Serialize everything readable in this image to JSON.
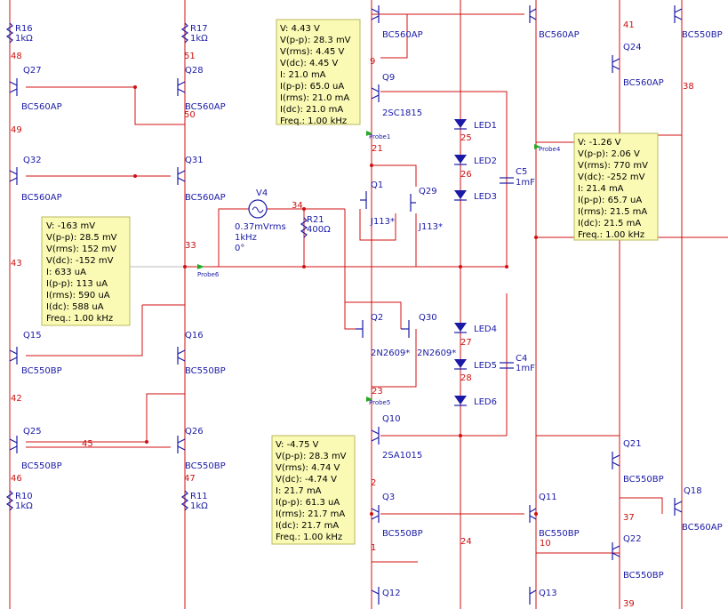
{
  "components": {
    "R16": {
      "name": "R16",
      "value": "1kΩ"
    },
    "R17": {
      "name": "R17",
      "value": "1kΩ"
    },
    "R10": {
      "name": "R10",
      "value": "1kΩ"
    },
    "R11": {
      "name": "R11",
      "value": "1kΩ"
    },
    "R21": {
      "name": "R21",
      "value": "400Ω"
    },
    "V4": {
      "name": "V4",
      "amp": "0.37mVrms",
      "freq": "1kHz",
      "phase": "0°"
    },
    "C5": {
      "name": "C5",
      "value": "1mF"
    },
    "C4": {
      "name": "C4",
      "value": "1mF"
    },
    "transistors": [
      {
        "ref": "Q27",
        "model": "BC560AP"
      },
      {
        "ref": "Q28",
        "model": "BC560AP"
      },
      {
        "ref": "Q32",
        "model": "BC560AP"
      },
      {
        "ref": "Q31",
        "model": "BC560AP"
      },
      {
        "ref": "Q15",
        "model": "BC550BP"
      },
      {
        "ref": "Q16",
        "model": "BC550BP"
      },
      {
        "ref": "Q25",
        "model": "BC550BP"
      },
      {
        "ref": "Q26",
        "model": "BC550BP"
      },
      {
        "ref": "Q9",
        "model": "2SC1815"
      },
      {
        "ref": "Q1",
        "model": "J113*"
      },
      {
        "ref": "Q29",
        "model": "J113*"
      },
      {
        "ref": "Q2",
        "model": "2N2609*"
      },
      {
        "ref": "Q30",
        "model": "2N2609*"
      },
      {
        "ref": "Q10",
        "model": "2SA1015"
      },
      {
        "ref": "Q3",
        "model": "BC550BP"
      },
      {
        "ref": "Q12",
        "model": ""
      },
      {
        "ref": "Q24",
        "model": "BC560AP"
      },
      {
        "ref": "Q21",
        "model": "BC550BP"
      },
      {
        "ref": "Q11",
        "model": "BC550BP"
      },
      {
        "ref": "Q22",
        "model": "BC550BP"
      },
      {
        "ref": "Q18",
        "model": "BC560AP"
      },
      {
        "ref": "Q13",
        "model": ""
      }
    ],
    "top_models": {
      "q_top_left": "BC560AP",
      "q_top_mid": "BC560AP",
      "q_top_right": "BC550BP"
    },
    "leds": [
      "LED1",
      "LED2",
      "LED3",
      "LED4",
      "LED5",
      "LED6"
    ]
  },
  "nodes": {
    "n48": "48",
    "n51": "51",
    "n50": "50",
    "n49": "49",
    "n33": "33",
    "n43": "43",
    "n42": "42",
    "n45": "45",
    "n46": "46",
    "n47": "47",
    "n9": "9",
    "n21": "21",
    "n34": "34",
    "n25": "25",
    "n26": "26",
    "n27": "27",
    "n28": "28",
    "n23": "23",
    "n2": "2",
    "n1": "1",
    "n24": "24",
    "n10": "10",
    "n41": "41",
    "n38": "38",
    "n37": "37",
    "n39": "39"
  },
  "probes": {
    "probe1": {
      "name": "Probe1",
      "lines": [
        "V: 4.43 V",
        "V(p-p): 28.3 mV",
        "V(rms): 4.45 V",
        "V(dc): 4.45 V",
        "I: 21.0 mA",
        "I(p-p): 65.0 uA",
        "I(rms): 21.0 mA",
        "I(dc): 21.0 mA",
        "Freq.: 1.00 kHz"
      ]
    },
    "probe4": {
      "name": "Probe4",
      "lines": [
        "V: -1.26 V",
        "V(p-p): 2.06 V",
        "V(rms): 770 mV",
        "V(dc): -252 mV",
        "I: 21.4 mA",
        "I(p-p): 65.7 uA",
        "I(rms): 21.5 mA",
        "I(dc): 21.5 mA",
        "Freq.: 1.00 kHz"
      ]
    },
    "probe5": {
      "name": "Probe5",
      "lines": [
        "V: -4.75 V",
        "V(p-p): 28.3 mV",
        "V(rms): 4.74 V",
        "V(dc): -4.74 V",
        "I: 21.7 mA",
        "I(p-p): 61.3 uA",
        "I(rms): 21.7 mA",
        "I(dc): 21.7 mA",
        "Freq.: 1.00 kHz"
      ]
    },
    "probe6": {
      "name": "Probe6",
      "lines": [
        "V: -163 mV",
        "V(p-p): 28.5 mV",
        "V(rms): 152 mV",
        "V(dc): -152 mV",
        "I: 633 uA",
        "I(p-p): 113 uA",
        "I(rms): 590 uA",
        "I(dc): 588 uA",
        "Freq.: 1.00 kHz"
      ]
    }
  },
  "colors": {
    "wire": "#d01010",
    "component": "#1a1aa6",
    "probe_bg": "#fafab4",
    "probe_border": "#b8b860",
    "probe_marker": "#22aa22"
  }
}
